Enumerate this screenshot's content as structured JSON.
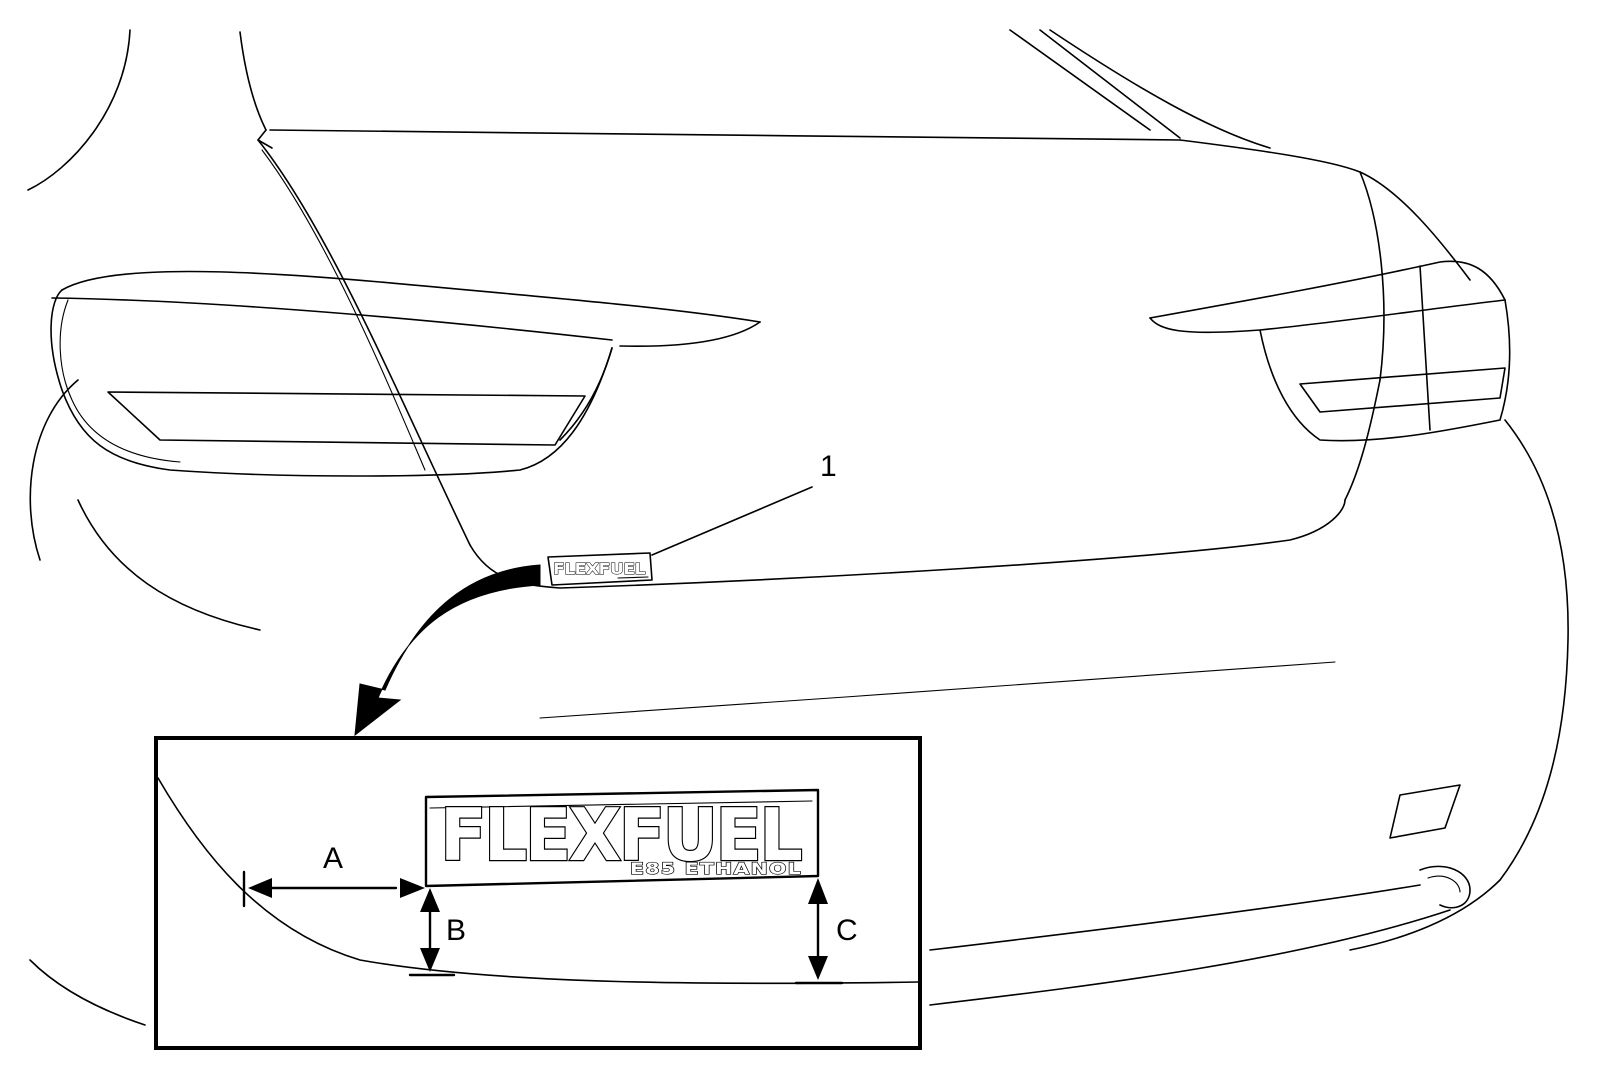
{
  "callout": {
    "number": "1"
  },
  "badge": {
    "main_text": "FLEXFUEL",
    "sub_text": "E85 ETHANOL"
  },
  "dimensions": {
    "a": "A",
    "b": "B",
    "c": "C"
  }
}
